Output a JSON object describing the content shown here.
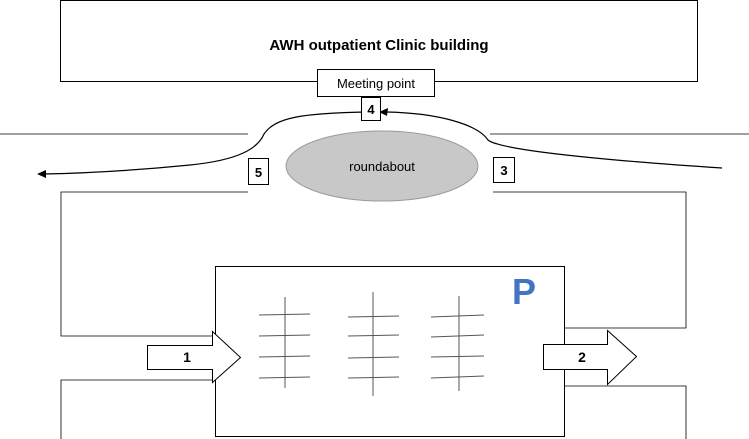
{
  "building": {
    "label": "AWH outpatient Clinic building"
  },
  "meeting_point": {
    "label": "Meeting point"
  },
  "roundabout": {
    "label": "roundabout"
  },
  "parking": {
    "symbol": "P",
    "symbol_color": "#4472c4"
  },
  "steps": [
    "1",
    "2",
    "3",
    "4",
    "5"
  ],
  "colors": {
    "roundabout_fill": "#c8c8c8",
    "line": "#000000"
  }
}
